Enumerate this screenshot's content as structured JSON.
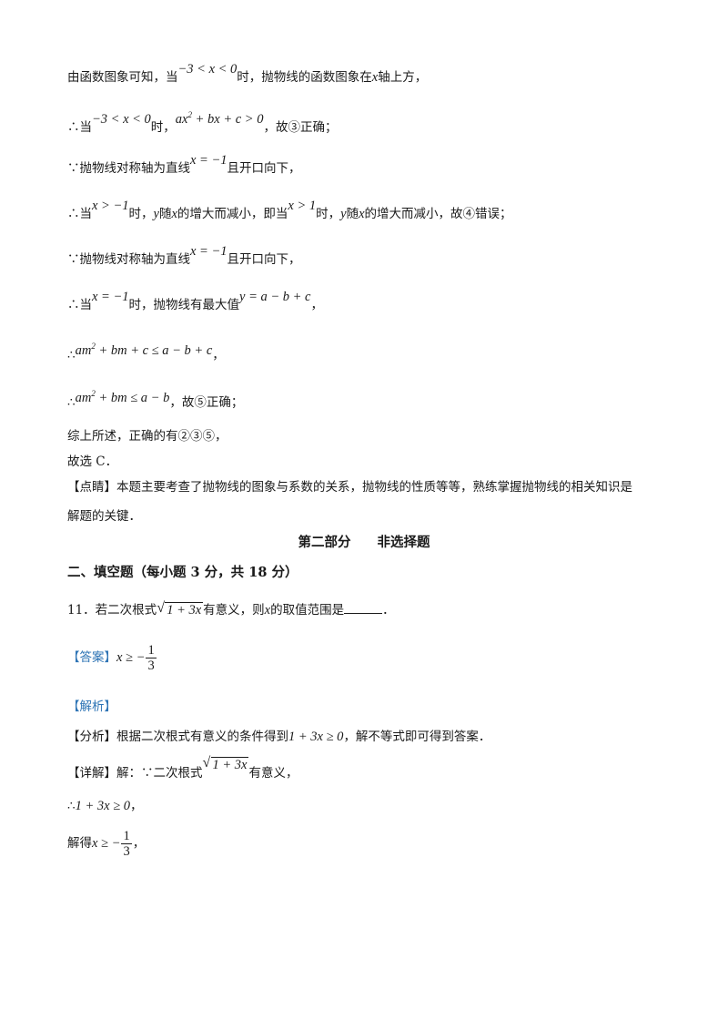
{
  "p1": {
    "a": "由函数图象可知，当",
    "math": "−3 < x < 0",
    "b": "时，抛物线的函数图象在",
    "var": "x",
    "c": "轴上方，"
  },
  "p2": {
    "a": "∴当",
    "math1": "−3 < x < 0",
    "b": "时，",
    "math2a": "ax",
    "math2sup": "2",
    "math2b": " + bx + c > 0",
    "c": "，故③正确；"
  },
  "p3": {
    "a": "∵抛物线对称轴为直线",
    "math": "x = −1",
    "b": "且开口向下，"
  },
  "p4": {
    "a": "∴当",
    "math1": "x > −1",
    "b": "时，",
    "y1": "y",
    "c": "随",
    "x1": "x",
    "d": "的增大而减小，即当",
    "math2": "x > 1",
    "e": "时，",
    "y2": "y",
    "f": "随",
    "x2": "x",
    "g": "的增大而减小，故④错误；"
  },
  "p5": {
    "a": "∵抛物线对称轴为直线",
    "math": "x = −1",
    "b": "且开口向下，"
  },
  "p6": {
    "a": "∴当",
    "math1": "x = −1",
    "b": "时，抛物线有最大值",
    "math2": "y = a − b + c",
    "c": "，"
  },
  "p7": {
    "a": "∴",
    "math_a": "am",
    "sup": "2",
    "math_b": " + bm + c ≤ a − b + c",
    "c": "，"
  },
  "p8": {
    "a": "∴",
    "math_a": "am",
    "sup": "2",
    "math_b": " + bm ≤ a − b",
    "c": "，故⑤正确；"
  },
  "p9": "综上所述，正确的有②③⑤，",
  "p10": "故选 C．",
  "p11": "【点睛】本题主要考查了抛物线的图象与系数的关系，抛物线的性质等等，熟练掌握抛物线的相关知识是",
  "p12": "解题的关键．",
  "section_title": "第二部分　　非选择题",
  "part_title": "二、填空题（每小题 3 分，共 18 分）",
  "q11": {
    "num": "11．若二次根式",
    "radicand": "1 + 3x",
    "b": "有意义，则",
    "var": "x",
    "c": "的取值范围是",
    "d": "．"
  },
  "answer": {
    "label": "【答案】",
    "math": "x ≥ −",
    "num": "1",
    "den": "3"
  },
  "analysis_label": "【解析】",
  "fenxi": {
    "a": "【分析】根据二次根式有意义的条件得到",
    "math": "1 + 3x ≥ 0",
    "b": "，解不等式即可得到答案．"
  },
  "xiangjie": {
    "a": "【详解】解：∵二次根式",
    "radicand": "1 + 3x",
    "b": "有意义，"
  },
  "step1": {
    "a": "∴",
    "math": "1 + 3x ≥ 0",
    "b": "，"
  },
  "step2": {
    "a": "解得",
    "math": "x ≥ −",
    "num": "1",
    "den": "3",
    "b": "，"
  }
}
